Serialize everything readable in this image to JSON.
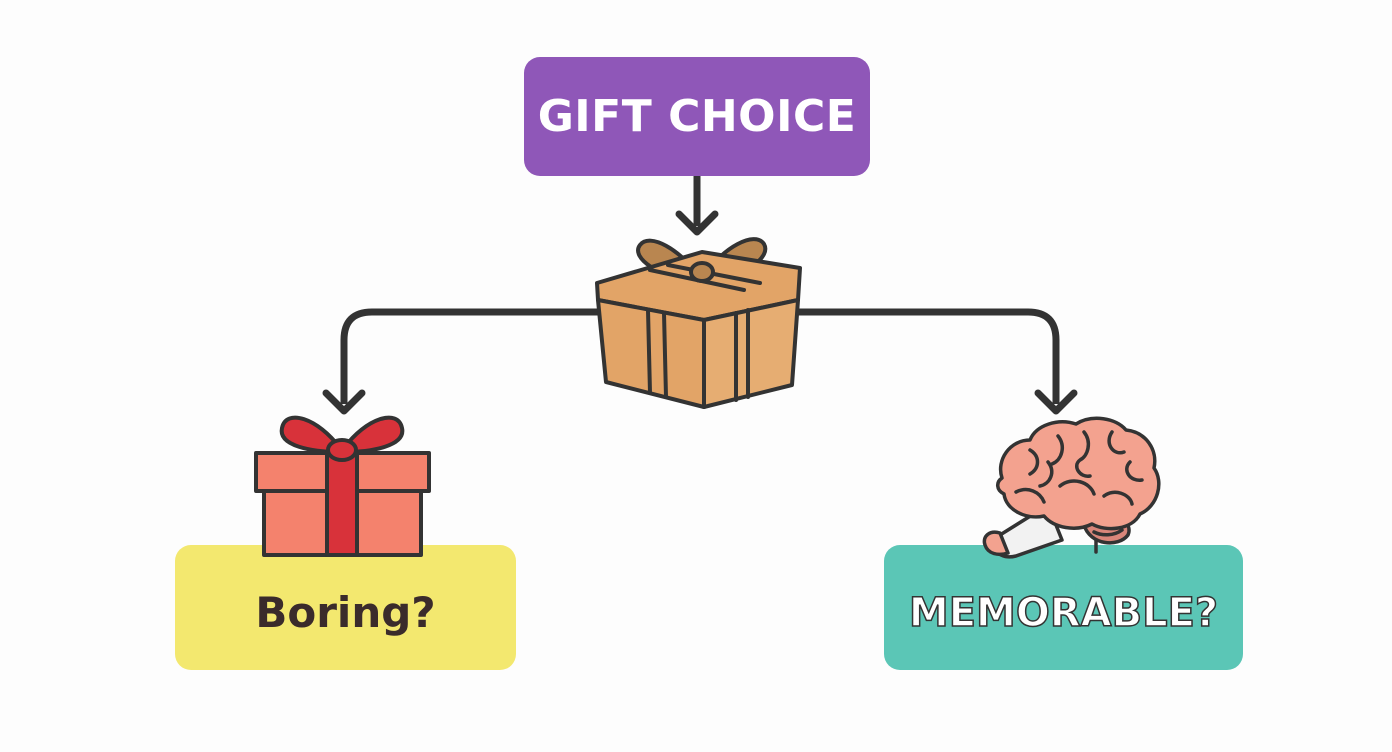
{
  "nodes": {
    "top": {
      "label": "GIFT CHOICE",
      "color": "#8f57b8"
    },
    "left": {
      "label": "Boring?",
      "color": "#f3e86f"
    },
    "right": {
      "label": "MEMORABLE?",
      "color": "#5bc6b6"
    }
  },
  "icons": {
    "center": "gift-box-icon",
    "left": "red-gift-box-icon",
    "right": "brain-icon"
  },
  "colors": {
    "stroke": "#333333",
    "center_box": "#e2a467",
    "left_box": "#f4826d",
    "left_ribbon": "#d8323a",
    "brain": "#f3a28f"
  }
}
